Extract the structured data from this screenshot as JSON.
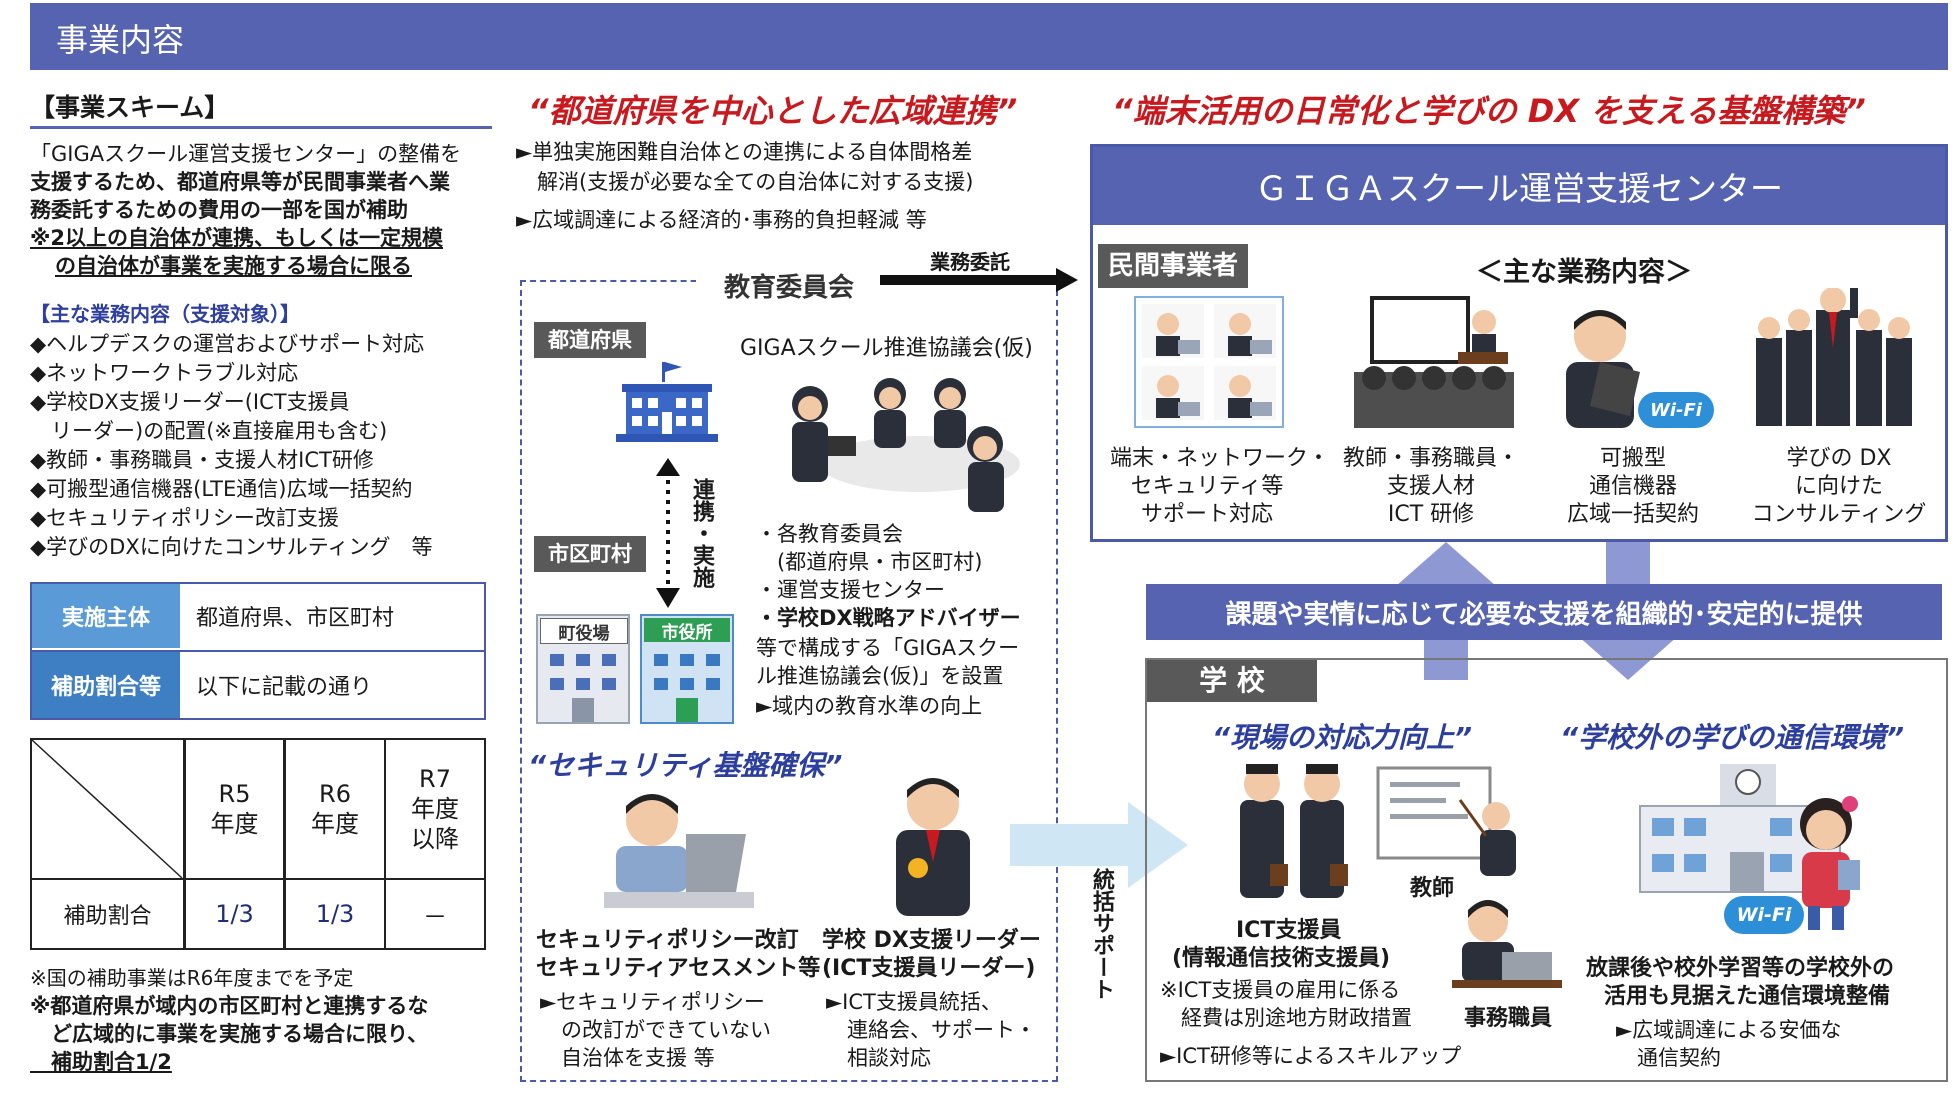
{
  "header": {
    "title": "事業内容"
  },
  "scheme": {
    "heading": "【事業スキーム】",
    "lines": [
      "「GIGAスクール運営支援センター」の整備を",
      "支援するため、都道府県等が民間事業者へ業",
      "務委託するための費用の一部を国が補助",
      "※2以上の自治体が連携、もしくは一定規模",
      "の自治体が事業を実施する場合に限る"
    ],
    "tasks_heading": "【主な業務内容（支援対象）】",
    "tasks": [
      "◆ヘルプデスクの運営およびサポート対応",
      "◆ネットワークトラブル対応",
      "◆学校DX支援リーダー(ICT支援員",
      "　リーダー)の配置(※直接雇用も含む)",
      "◆教師・事務職員・支援人材ICT研修",
      "◆可搬型通信機器(LTE通信)広域一括契約",
      "◆セキュリティポリシー改訂支援",
      "◆学びのDXに向けたコンサルティング　等"
    ]
  },
  "info": {
    "rows": [
      {
        "label": "実施主体",
        "value": "都道府県、市区町村"
      },
      {
        "label": "補助割合等",
        "value": "以下に記載の通り"
      }
    ]
  },
  "rate_table": {
    "columns": [
      "R5\n年度",
      "R6\n年度",
      "R7\n年度\n以降"
    ],
    "row_label": "補助割合",
    "values": [
      "1/3",
      "1/3",
      "－"
    ]
  },
  "notes": [
    "※国の補助事業はR6年度までを予定",
    "※都道府県が域内の市区町村と連携するな",
    "　ど広域的に事業を実施する場合に限り、",
    "　補助割合1/2"
  ],
  "wide_area": {
    "title": "“都道府県を中心とした広域連携”",
    "bullets": [
      "►単独実施困難自治体との連携による自体間格差",
      "　解消(支援が必要な全ての自治体に対する支援)",
      "►広域調達による経済的･事務的負担軽減 等"
    ]
  },
  "board": {
    "label": "教育委員会",
    "arrow_label": "業務委託",
    "prefecture": "都道府県",
    "municipality": "市区町村",
    "link_label": "連携・実施",
    "town_hall": "町役場",
    "city_hall": "市役所",
    "council_title": "GIGAスクール推進協議会(仮)",
    "council_items": [
      "・各教育委員会",
      "　(都道府県・市区町村)",
      "・運営支援センター",
      "・学校DX戦略アドバイザー"
    ],
    "council_lines": [
      "等で構成する「GIGAスクー",
      "ル推進協議会(仮)」を設置",
      "►域内の教育水準の向上"
    ]
  },
  "security": {
    "title": "“セキュリティ基盤確保”",
    "left_title": [
      "セキュリティポリシー改訂",
      "セキュリティアセスメント等"
    ],
    "left_body": [
      "►セキュリティポリシー",
      "　の改訂ができていない",
      "　自治体を支援 等"
    ],
    "right_title": [
      "学校 DX支援リーダー",
      "(ICT支援員リーダー)"
    ],
    "right_body": [
      "►ICT支援員統括、",
      "　連絡会、サポート・",
      "　相談対応"
    ]
  },
  "platform": {
    "title": "“端末活用の日常化と学びの DX を支える基盤構築”"
  },
  "center": {
    "title": "ＧＩＧＡスクール運営支援センター",
    "provider": "民間事業者",
    "tasks_heading": "＜主な業務内容＞",
    "items": [
      [
        "端末・ネットワーク・",
        "セキュリティ等",
        "サポート対応"
      ],
      [
        "教師・事務職員・",
        "支援人材",
        "ICT 研修"
      ],
      [
        "可搬型",
        "通信機器",
        "広域一括契約"
      ],
      [
        "学びの DX",
        "に向けた",
        "コンサルティング"
      ]
    ],
    "wifi": "Wi-Fi"
  },
  "banner": {
    "text": "課題や実情に応じて必要な支援を組織的･安定的に提供"
  },
  "support": {
    "label": "統括サポート"
  },
  "school": {
    "label": "学 校",
    "left_title": "“現場の対応力向上”",
    "right_title": "“学校外の学びの通信環境”",
    "teacher": "教師",
    "staff": "事務職員",
    "ict_lines": [
      "ICT支援員",
      "(情報通信技術支援員)"
    ],
    "ict_note": [
      "※ICT支援員の雇用に係る",
      "　経費は別途地方財政措置"
    ],
    "ict_train": "►ICT研修等によるスキルアップ",
    "right_lines": [
      "放課後や校外学習等の学校外の",
      "活用も見据えた通信環境整備"
    ],
    "right_body": [
      "►広域調達による安価な",
      "　通信契約"
    ],
    "wifi": "Wi-Fi"
  },
  "colors": {
    "header": "#5563b0",
    "accent_red": "#c8191e",
    "navy": "#1f2d7a",
    "light_blue": "#dfe9f7"
  }
}
